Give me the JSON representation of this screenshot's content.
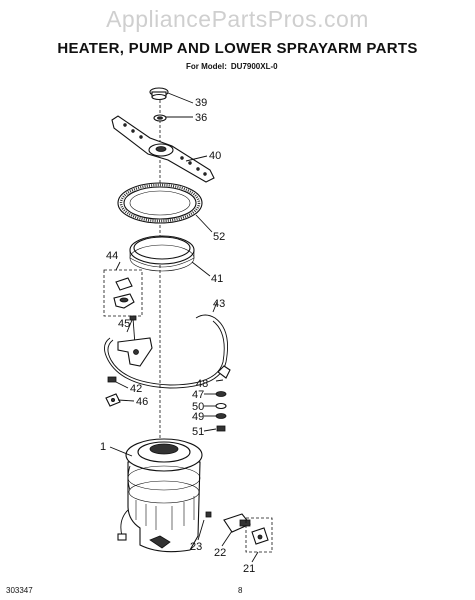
{
  "watermark": "AppliancePartsPros.com",
  "title": "HEATER, PUMP AND LOWER SPRAYARM PARTS",
  "model_label": "For Model:",
  "model_number": "DU7900XL-0",
  "footer_code": "303347",
  "page_number": "8",
  "callouts": {
    "p39": "39",
    "p36": "36",
    "p40": "40",
    "p52": "52",
    "p44": "44",
    "p41": "41",
    "p43": "43",
    "p45": "45",
    "p48": "48",
    "p47": "47",
    "p42": "42",
    "p50": "50",
    "p46": "46",
    "p49": "49",
    "p51": "51",
    "p1": "1",
    "p23": "23",
    "p22": "22",
    "p21": "21"
  }
}
